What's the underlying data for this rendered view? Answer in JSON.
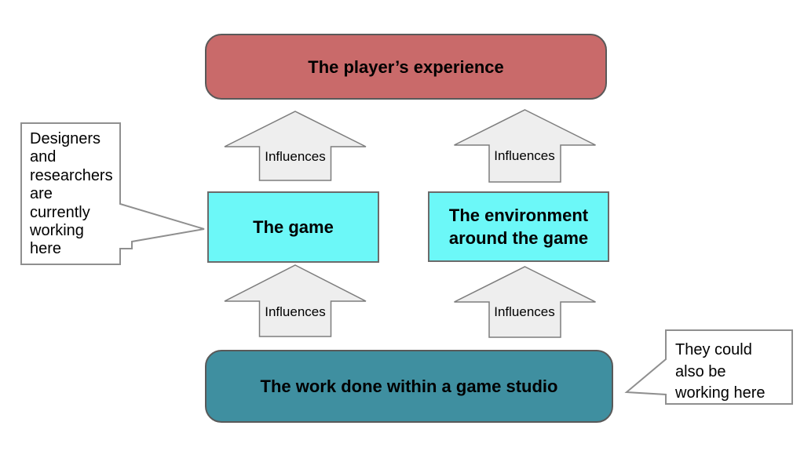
{
  "colors": {
    "background": "#ffffff",
    "player_box_fill": "#c96a6a",
    "cyan_box_fill": "#6cf8f8",
    "studio_box_fill": "#3f8fa0",
    "arrow_fill": "#eeeeee",
    "callout_fill": "#ffffff"
  },
  "boxes": {
    "player_experience": "The player’s experience",
    "game": "The game",
    "environment": "The environment around the game",
    "studio": "The work done within a game studio"
  },
  "arrows": {
    "labels": [
      "Influences",
      "Influences",
      "Influences",
      "Influences"
    ]
  },
  "callouts": {
    "left": "Designers\nand\nresearchers\nare\ncurrently\nworking\nhere",
    "right": "They could\nalso be\nworking here"
  }
}
